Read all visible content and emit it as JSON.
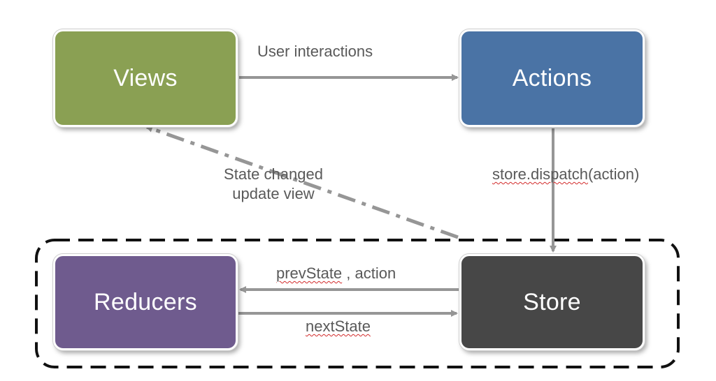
{
  "nodes": {
    "views": {
      "label": "Views",
      "color": "#8aa053"
    },
    "actions": {
      "label": "Actions",
      "color": "#4a73a5"
    },
    "reducers": {
      "label": "Reducers",
      "color": "#6f5b8e"
    },
    "store": {
      "label": "Store",
      "color": "#474747"
    }
  },
  "edges": {
    "user_interactions": {
      "label": "User interactions"
    },
    "dispatch": {
      "label_main": "store.dispatch",
      "label_rest": "(action)"
    },
    "state_changed": {
      "line1": "State changed",
      "line2": "update view"
    },
    "prev_state": {
      "label_main": "prevState",
      "label_rest": " , action"
    },
    "next_state": {
      "label": "nextState"
    }
  },
  "colors": {
    "arrow": "#969696",
    "text": "#595959",
    "boundary": "#111111"
  }
}
